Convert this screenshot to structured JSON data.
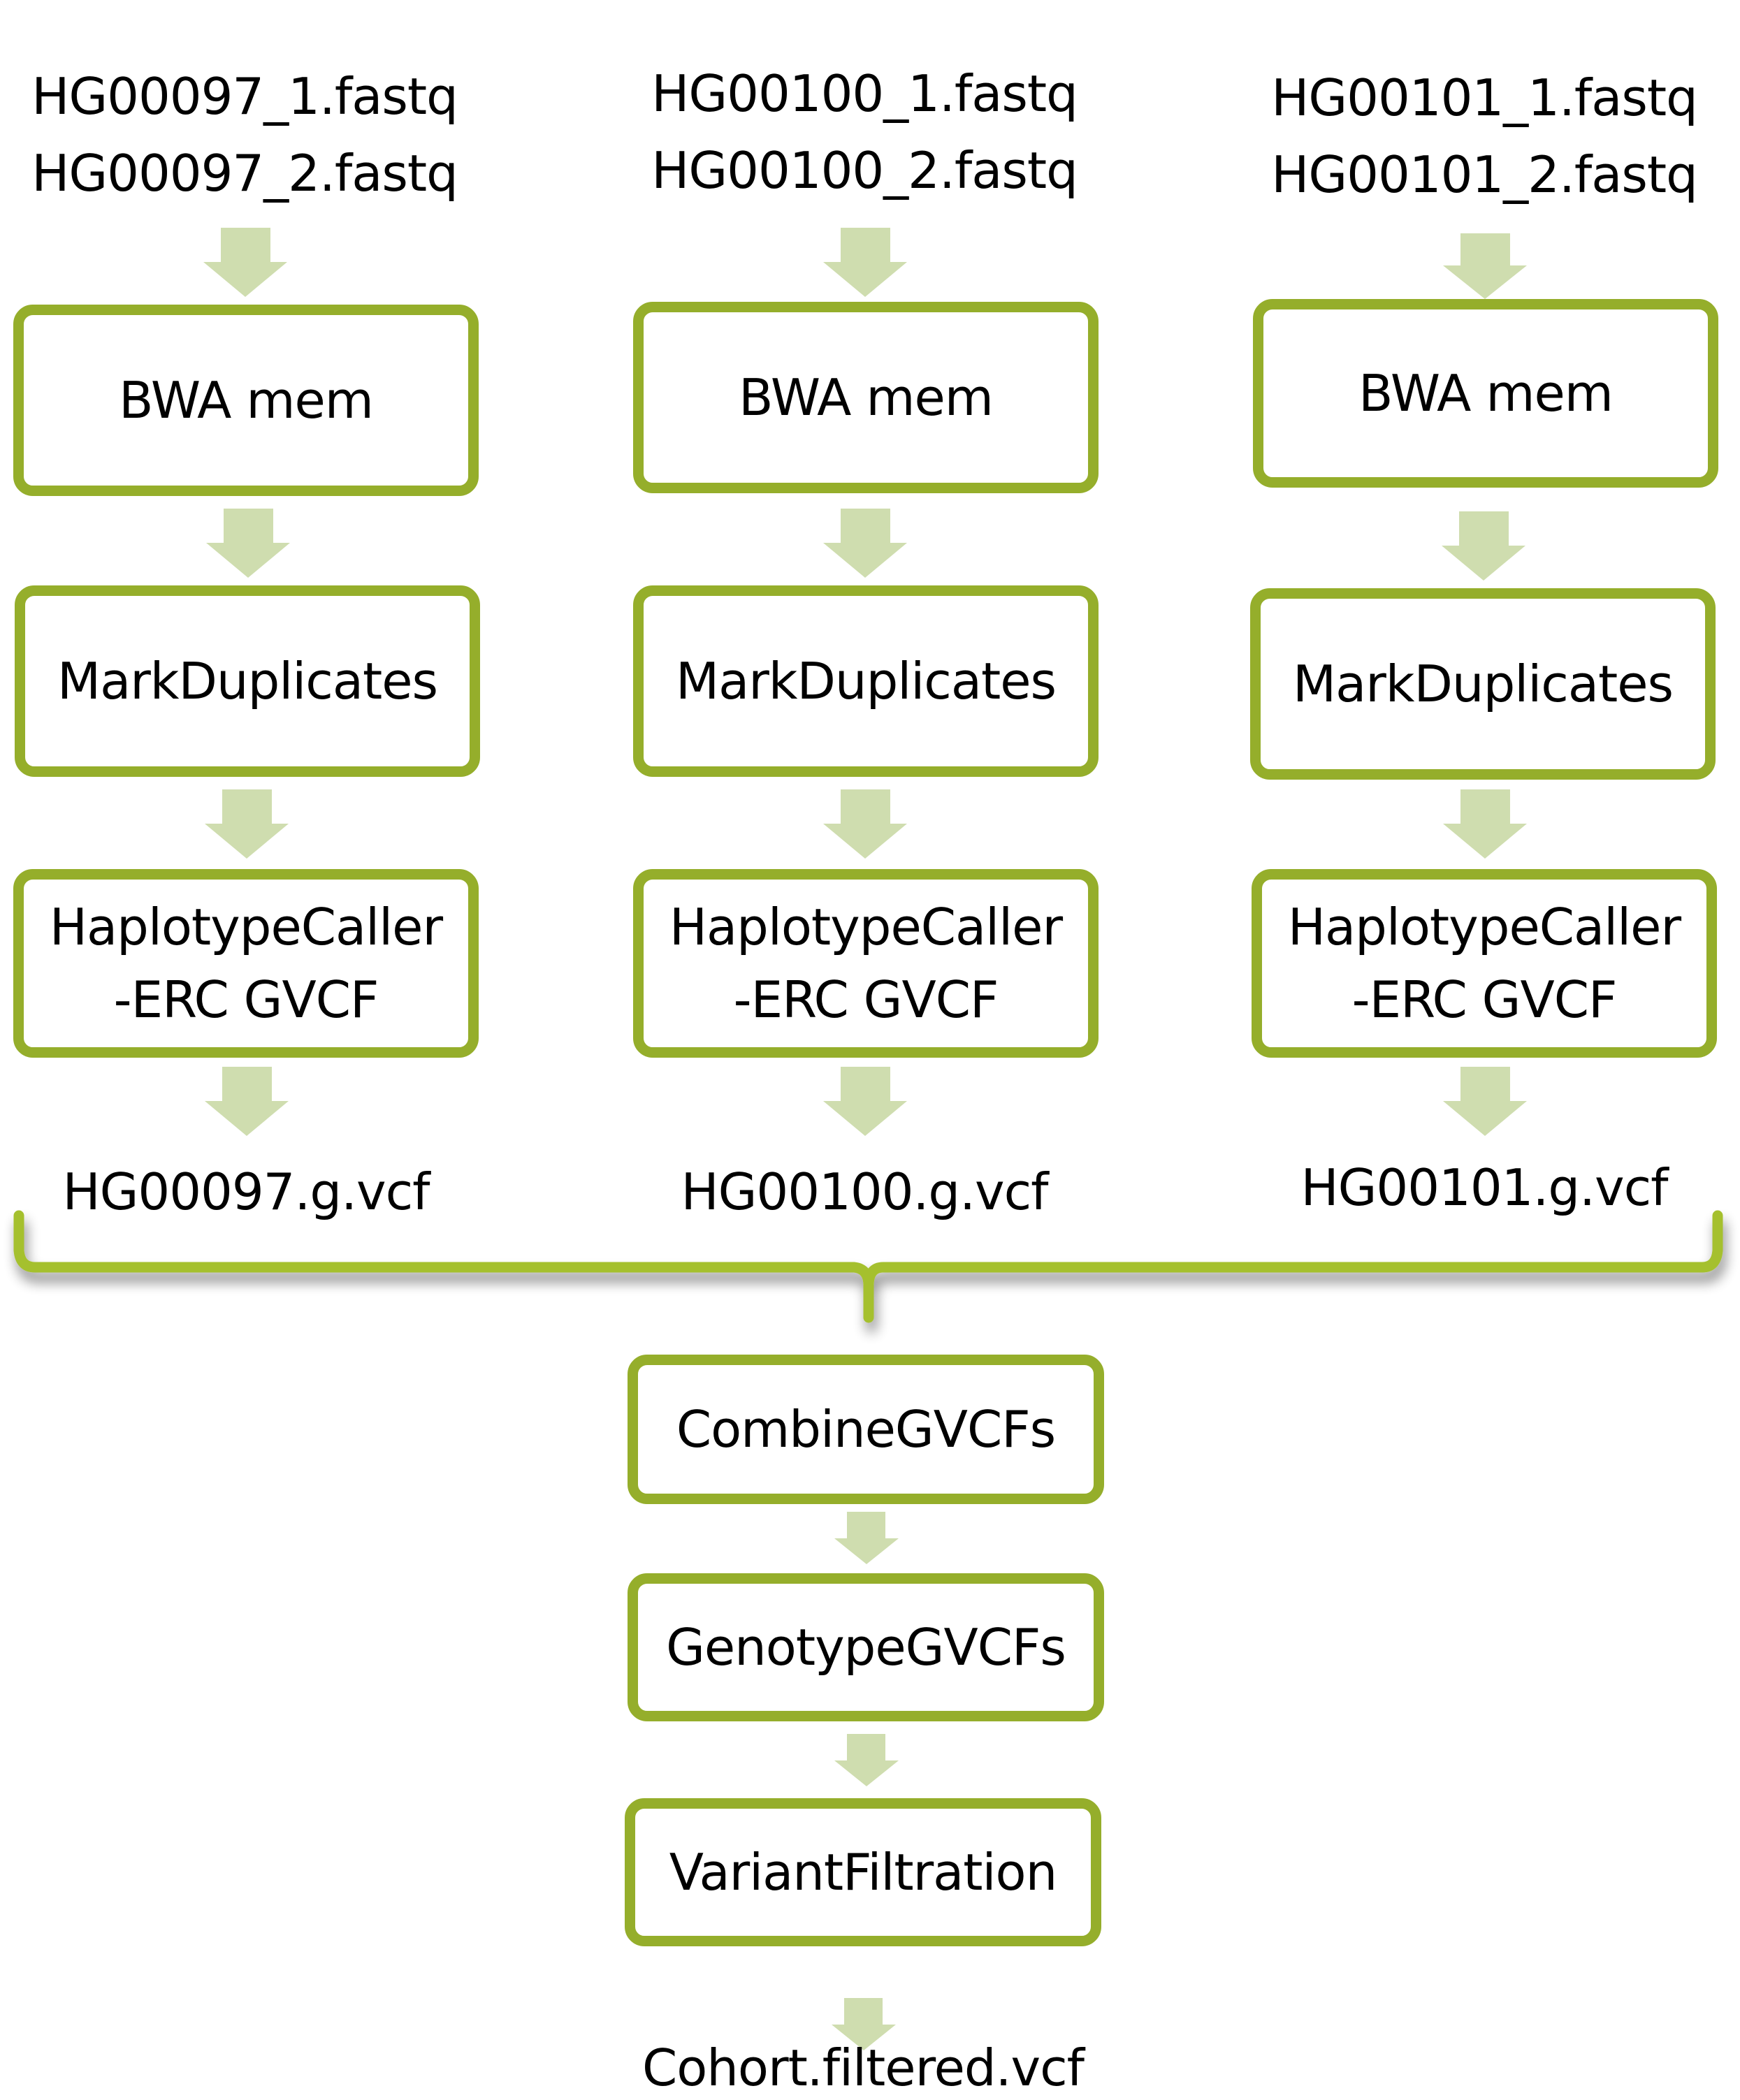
{
  "colors": {
    "box_border": "#95ae2b",
    "arrow": "#cfddaf",
    "brace": "#a5c02f",
    "text": "#000000"
  },
  "samples": [
    {
      "inputs": [
        "HG00097_1.fastq",
        "HG00097_2.fastq"
      ],
      "steps": [
        {
          "lines": [
            "BWA mem"
          ]
        },
        {
          "lines": [
            "MarkDuplicates"
          ]
        },
        {
          "lines": [
            "HaplotypeCaller",
            "-ERC GVCF"
          ]
        }
      ],
      "output": "HG00097.g.vcf"
    },
    {
      "inputs": [
        "HG00100_1.fastq",
        "HG00100_2.fastq"
      ],
      "steps": [
        {
          "lines": [
            "BWA mem"
          ]
        },
        {
          "lines": [
            "MarkDuplicates"
          ]
        },
        {
          "lines": [
            "HaplotypeCaller",
            "-ERC GVCF"
          ]
        }
      ],
      "output": "HG00100.g.vcf"
    },
    {
      "inputs": [
        "HG00101_1.fastq",
        "HG00101_2.fastq"
      ],
      "steps": [
        {
          "lines": [
            "BWA mem"
          ]
        },
        {
          "lines": [
            "MarkDuplicates"
          ]
        },
        {
          "lines": [
            "HaplotypeCaller",
            "-ERC GVCF"
          ]
        }
      ],
      "output": "HG00101.g.vcf"
    }
  ],
  "cohort": {
    "steps": [
      "CombineGVCFs",
      "GenotypeGVCFs",
      "VariantFiltration"
    ],
    "output": "Cohort.filtered.vcf"
  }
}
